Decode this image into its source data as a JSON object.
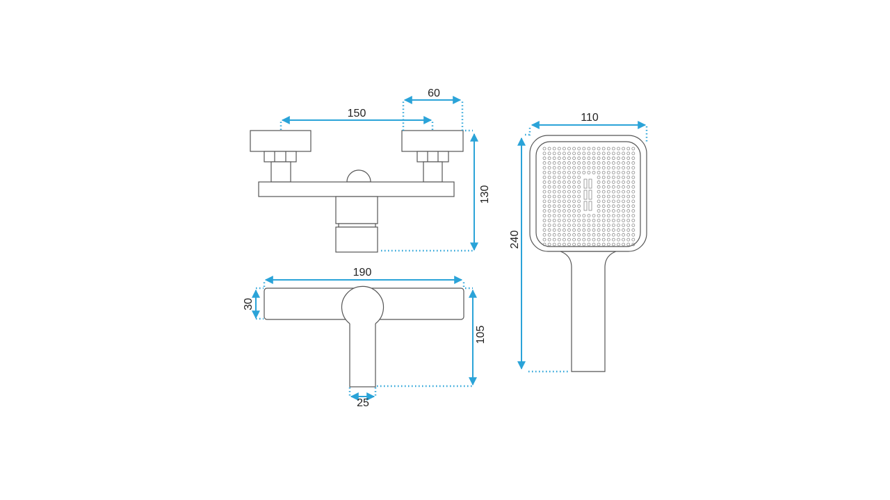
{
  "top_view": {
    "dim_center_distance": "150",
    "dim_knob_width": "60",
    "dim_height": "130"
  },
  "front_view": {
    "dim_width": "190",
    "dim_body_height": "30",
    "dim_depth": "105",
    "dim_outlet": "25"
  },
  "hand_shower": {
    "dim_width": "110",
    "dim_length": "240"
  },
  "colors": {
    "dimension": "#2aa3d8",
    "outline": "#555555"
  }
}
